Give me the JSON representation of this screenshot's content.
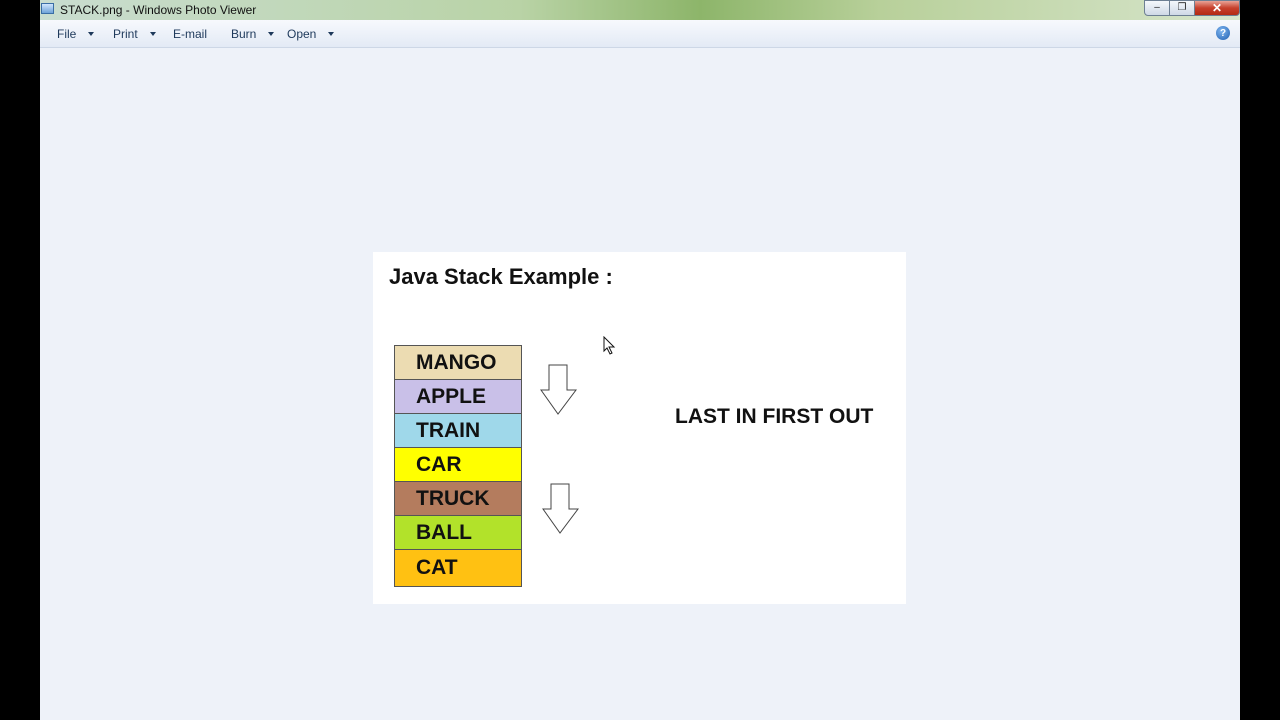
{
  "window": {
    "title": "STACK.png - Windows Photo Viewer",
    "controls": {
      "minimize": "‒",
      "maximize": "❐",
      "close": "✕"
    }
  },
  "menu": {
    "items": [
      "File",
      "Print",
      "E-mail",
      "Burn",
      "Open"
    ],
    "help_icon": "?"
  },
  "image": {
    "heading": "Java Stack Example :",
    "stack": [
      {
        "label": "MANGO",
        "color": "#ecdcb2"
      },
      {
        "label": "APPLE",
        "color": "#c9c0e8"
      },
      {
        "label": "TRAIN",
        "color": "#9fd8ea"
      },
      {
        "label": "CAR",
        "color": "#ffff00"
      },
      {
        "label": "TRUCK",
        "color": "#b47c5e"
      },
      {
        "label": "BALL",
        "color": "#b2e22a"
      },
      {
        "label": "CAT",
        "color": "#ffc112"
      }
    ],
    "caption": "LAST IN FIRST OUT",
    "icons": [
      "down-arrow-icon",
      "down-arrow-icon",
      "mouse-cursor-icon"
    ]
  }
}
